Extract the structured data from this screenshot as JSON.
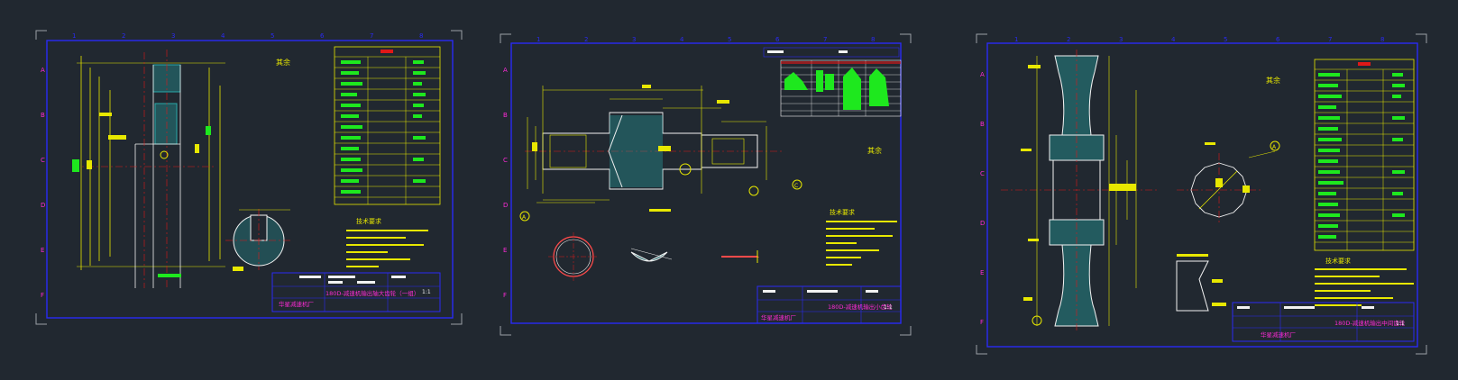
{
  "colors": {
    "background": "#212830",
    "sheet_border": "#2a2af5",
    "crop_marks": "#9aa0a6",
    "dimension": "#e8e800",
    "outline": "#f2f2f2",
    "centerline": "#e01818",
    "hatch": "#29a8a8",
    "table_green": "#1ee81e",
    "title_magenta": "#ff2bd6",
    "table_red": "#e01818"
  },
  "sheets": [
    {
      "zone_numbers": [
        "1",
        "2",
        "3",
        "4",
        "5",
        "6",
        "7",
        "8"
      ],
      "zone_letters": [
        "A",
        "B",
        "C",
        "D",
        "E",
        "F"
      ],
      "roughness_label": "其余",
      "tech_req_title": "技术要求",
      "title": "180D-减速机输出轴大齿轮（一组）",
      "factory": "华星减速机厂",
      "scale": "1:1"
    },
    {
      "zone_numbers": [
        "1",
        "2",
        "3",
        "4",
        "5",
        "6",
        "7",
        "8"
      ],
      "zone_letters": [
        "A",
        "B",
        "C",
        "D",
        "E",
        "F"
      ],
      "roughness_label": "其余",
      "tech_req_title": "技术要求",
      "title": "180D-减速机输出小齿轮",
      "factory": "华星减速机厂",
      "scale": "1:1",
      "callout_a": "A",
      "callout_c": "C"
    },
    {
      "zone_numbers": [
        "1",
        "2",
        "3",
        "4",
        "5",
        "6",
        "7",
        "8"
      ],
      "zone_letters": [
        "A",
        "B",
        "C",
        "D",
        "E",
        "F"
      ],
      "roughness_label": "其余",
      "tech_req_title": "技术要求",
      "title": "180D-减速机输出中间齿轮",
      "factory": "华星减速机厂",
      "scale": "1:1",
      "callout_a": "A"
    }
  ]
}
